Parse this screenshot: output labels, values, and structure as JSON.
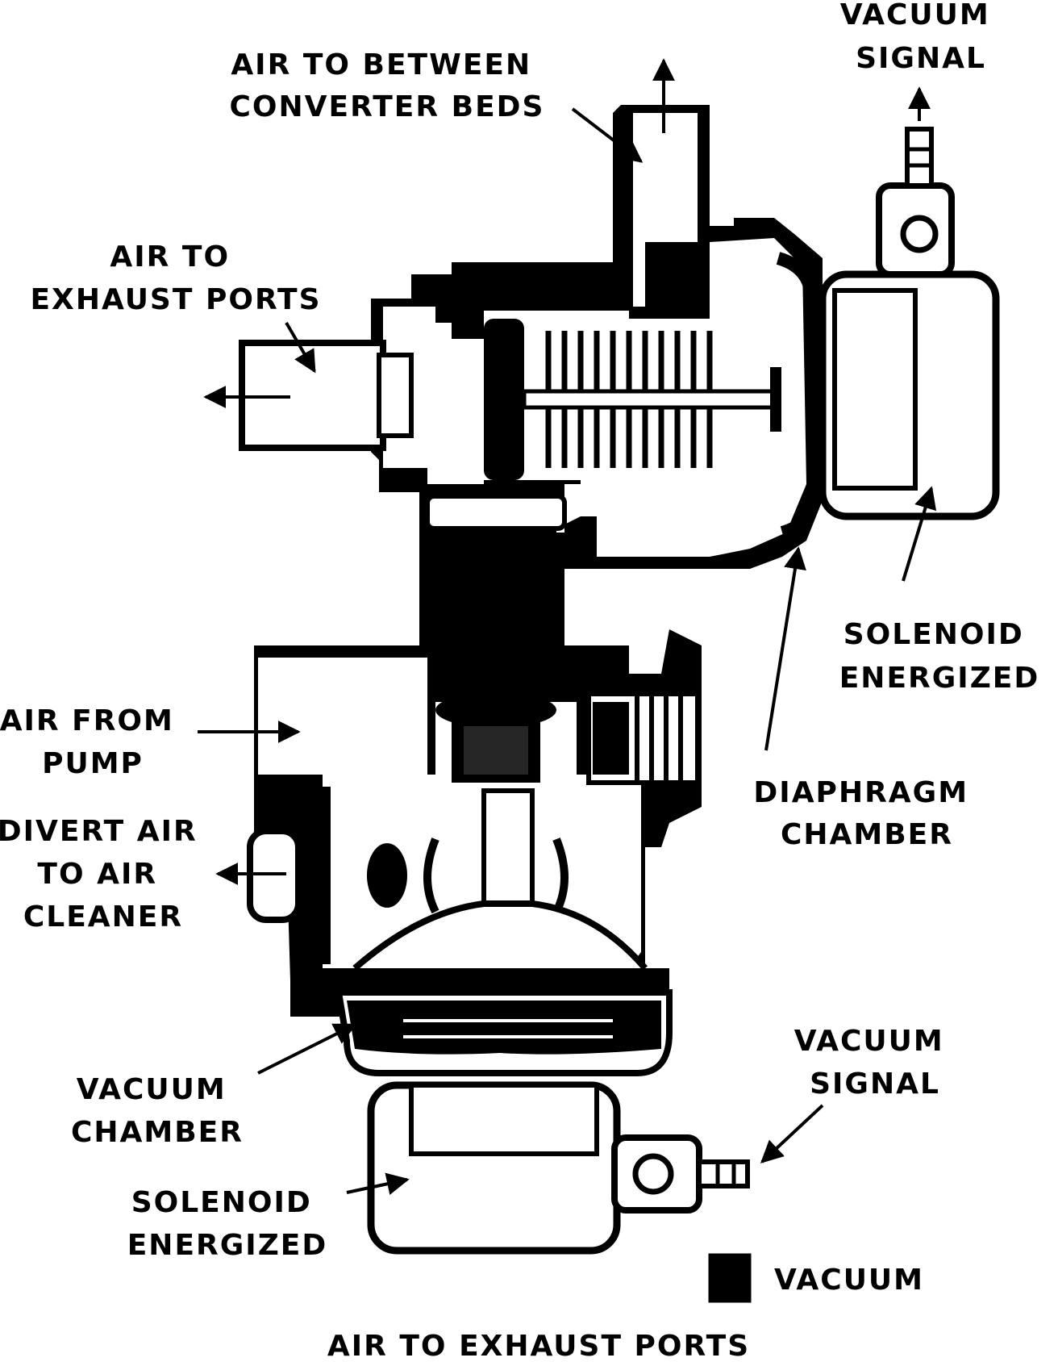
{
  "colors": {
    "ink": "#000000",
    "paper": "#ffffff"
  },
  "labels": {
    "vacuum_signal_top": [
      "VACUUM",
      "SIGNAL"
    ],
    "air_between_beds": [
      "AIR TO BETWEEN",
      "CONVERTER BEDS"
    ],
    "air_exhaust_ports": [
      "AIR TO",
      "EXHAUST PORTS"
    ],
    "solenoid_right": [
      "SOLENOID",
      "ENERGIZED"
    ],
    "air_from_pump": [
      "AIR FROM",
      "PUMP"
    ],
    "diaphragm_chamber": [
      "DIAPHRAGM",
      "CHAMBER"
    ],
    "divert_air": [
      "DIVERT AIR",
      "TO AIR",
      "CLEANER"
    ],
    "vacuum_chamber": [
      "VACUUM",
      "CHAMBER"
    ],
    "vacuum_signal_bottom": [
      "VACUUM",
      "SIGNAL"
    ],
    "solenoid_bottom": [
      "SOLENOID",
      "ENERGIZED"
    ],
    "legend_vacuum": "VACUUM"
  },
  "caption": "AIR TO EXHAUST PORTS"
}
